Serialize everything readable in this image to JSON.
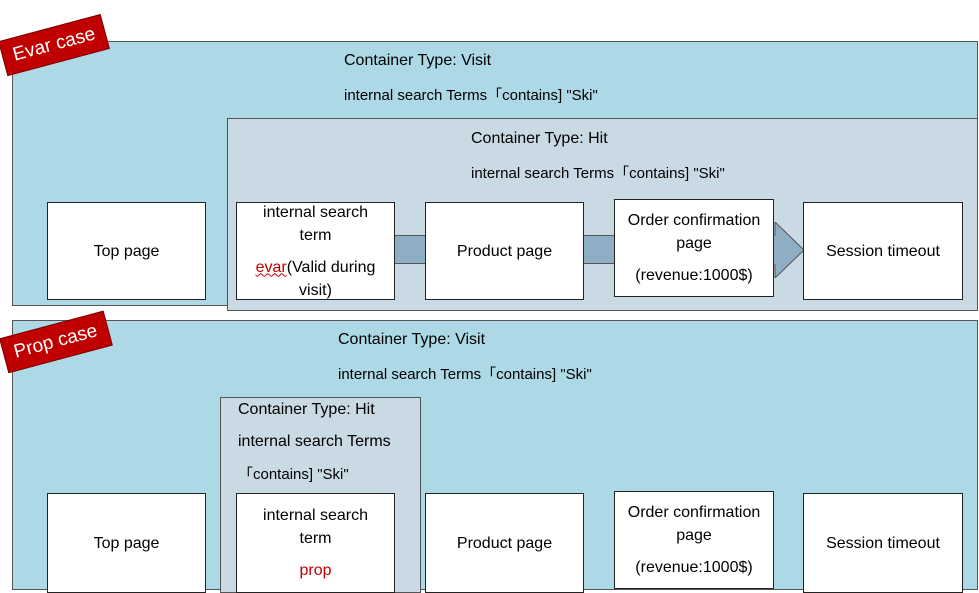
{
  "evar_case": {
    "badge": "Evar case",
    "visit_title": "Container Type: Visit",
    "visit_rule": "internal search Terms「contains] \"Ski\"",
    "hit_title": "Container Type: Hit",
    "hit_rule": "internal search Terms「contains] \"Ski\"",
    "top_page": "Top page",
    "search_line1": "internal search",
    "search_line2": "term",
    "search_evar": "evar",
    "search_evar_rest": "(Valid during",
    "search_line4": "visit)",
    "product_page": "Product page",
    "order_line1": "Order confirmation",
    "order_line2": "page",
    "order_revenue": "(revenue:1000$)",
    "session_timeout": "Session timeout"
  },
  "prop_case": {
    "badge": "Prop case",
    "visit_title": "Container Type: Visit",
    "visit_rule": "internal search Terms「contains] \"Ski\"",
    "hit_title": "Container Type: Hit",
    "hit_rule_line1": "internal search Terms",
    "hit_rule_line2": "「contains] \"Ski\"",
    "top_page": "Top page",
    "search_line1": "internal search",
    "search_line2": "term",
    "search_prop": "prop",
    "product_page": "Product page",
    "order_line1": "Order confirmation",
    "order_line2": "page",
    "order_revenue": "(revenue:1000$)",
    "session_timeout": "Session timeout"
  },
  "colors": {
    "visit_fill": "#add8e6",
    "hit_fill": "#c9dae5",
    "badge_fill": "#c00000",
    "arrow_fill": "#8eaec4"
  }
}
